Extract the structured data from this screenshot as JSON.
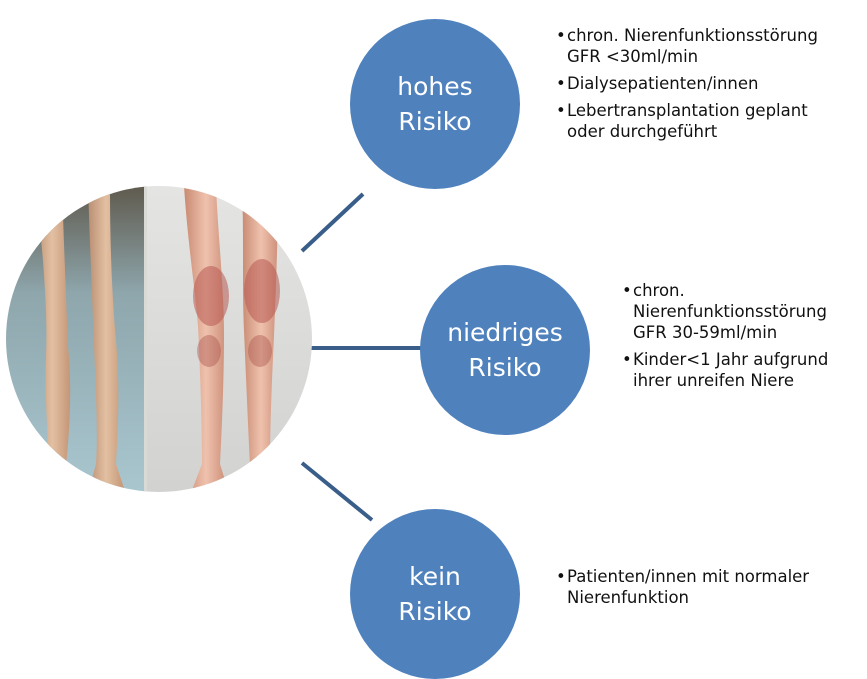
{
  "colors": {
    "accent": "#4F81BD",
    "connector": "#3A5E8A",
    "text": "#111111"
  },
  "image": {
    "subject": "legs-photo",
    "description_icon": "photo-icon"
  },
  "groups": [
    {
      "id": "high",
      "title_line1": "hohes",
      "title_line2": "Risiko",
      "items": [
        {
          "text": "chron. Nierenfunktionsstörung GFR <30ml/min"
        },
        {
          "text": "Dialysepatienten/innen"
        },
        {
          "text": "Lebertransplantation geplant oder durchgeführt"
        }
      ]
    },
    {
      "id": "low",
      "title_line1": "niedriges",
      "title_line2": "Risiko",
      "items": [
        {
          "text": "chron. Nierenfunktionsstörung GFR 30-59ml/min"
        },
        {
          "text": "Kinder<1 Jahr aufgrund ihrer unreifen Niere"
        }
      ]
    },
    {
      "id": "none",
      "title_line1": "kein",
      "title_line2": "Risiko",
      "items": [
        {
          "text": "Patienten/innen mit normaler Nierenfunktion"
        }
      ]
    }
  ],
  "bullet": "•"
}
